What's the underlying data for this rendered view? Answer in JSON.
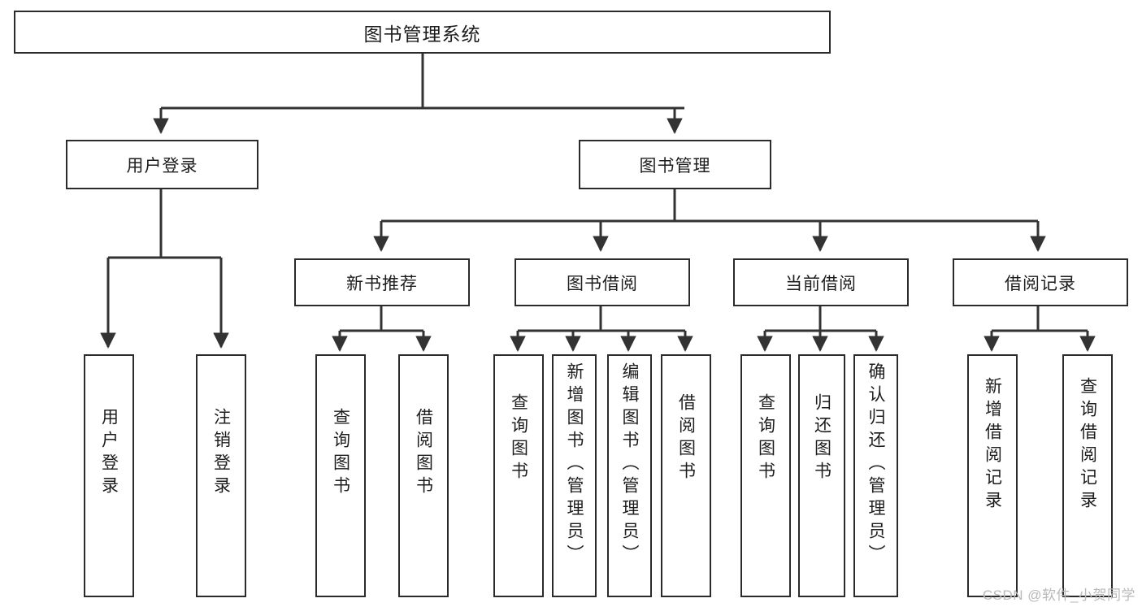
{
  "diagram": {
    "title": "图书管理系统",
    "type": "tree",
    "watermark": "CSDN @软件_小贺同学",
    "colors": {
      "border": "#2b2b2b",
      "text": "#1d1d1d",
      "edge": "#333333",
      "background": "#ffffff",
      "watermark": "#b9b9b9"
    },
    "root": {
      "label": "图书管理系统"
    },
    "level1": [
      {
        "label": "用户登录"
      },
      {
        "label": "图书管理"
      }
    ],
    "level2": [
      {
        "label": "新书推荐"
      },
      {
        "label": "图书借阅"
      },
      {
        "label": "当前借阅"
      },
      {
        "label": "借阅记录"
      }
    ],
    "leaves": {
      "user_login": [
        {
          "label": "用户登录"
        },
        {
          "label": "注销登录"
        }
      ],
      "new_book_recommend": [
        {
          "label": "查询图书"
        },
        {
          "label": "借阅图书"
        }
      ],
      "book_borrow": [
        {
          "label": "查询图书"
        },
        {
          "label": "新增图书（管理员）"
        },
        {
          "label": "编辑图书（管理员）"
        },
        {
          "label": "借阅图书"
        }
      ],
      "current_borrow": [
        {
          "label": "查询图书"
        },
        {
          "label": "归还图书"
        },
        {
          "label": "确认归还（管理员）"
        }
      ],
      "borrow_records": [
        {
          "label": "新增借阅记录"
        },
        {
          "label": "查询借阅记录"
        }
      ]
    }
  }
}
